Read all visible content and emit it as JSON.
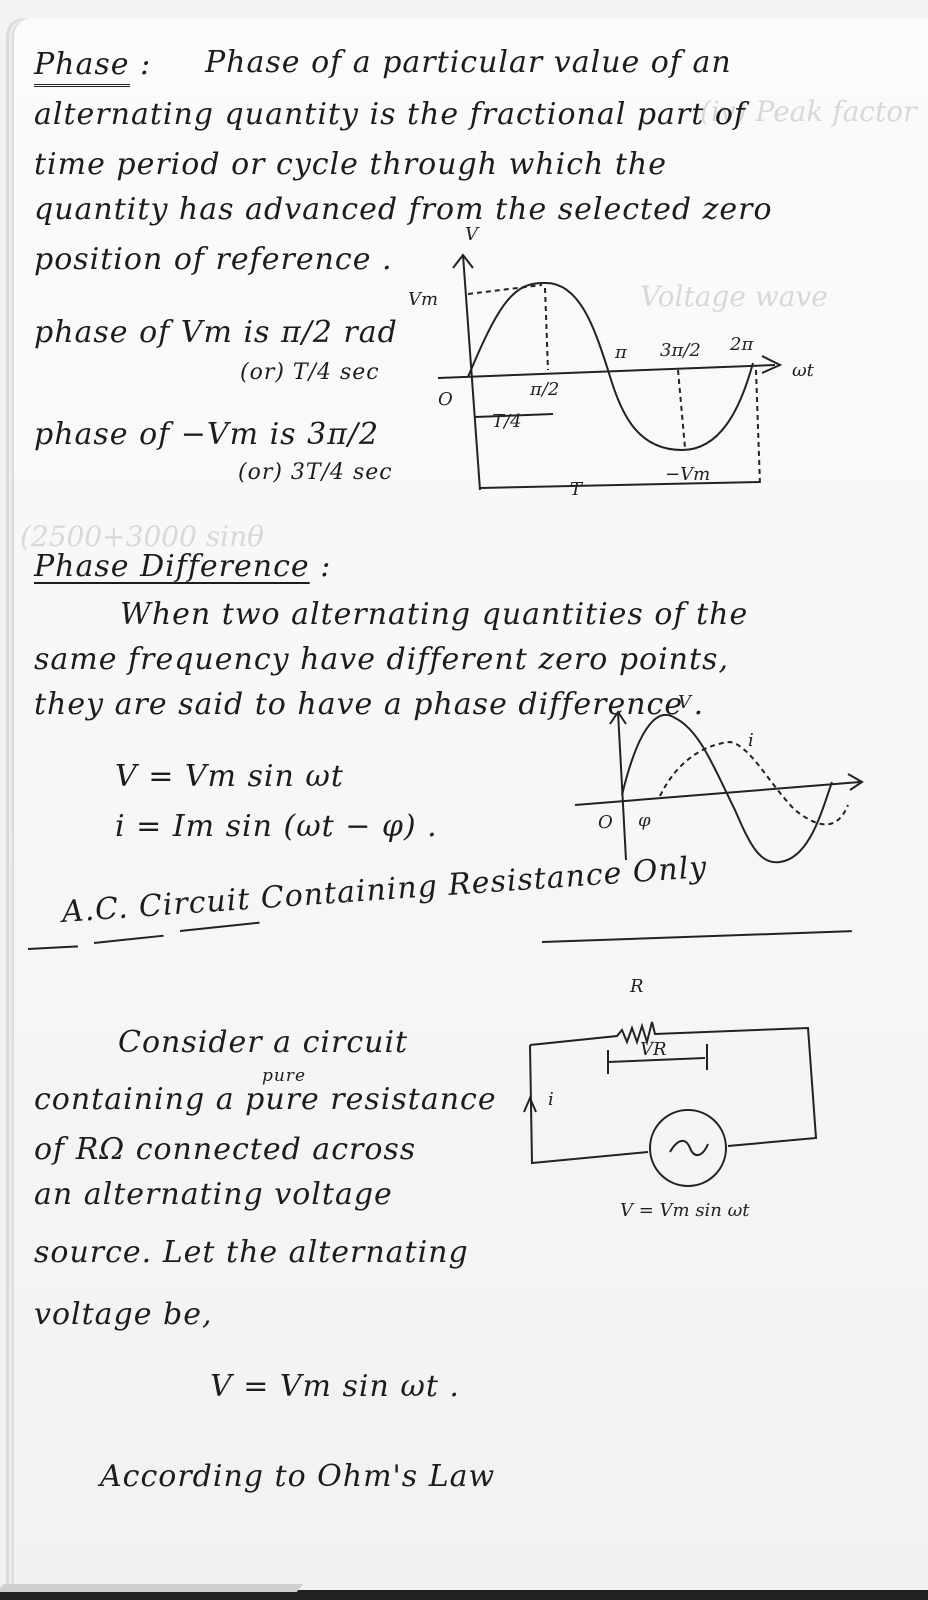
{
  "page": {
    "type": "handwritten notebook page",
    "topic": "AC circuits - phase"
  },
  "section_phase": {
    "heading": "Phase",
    "colon": ":",
    "lines": [
      "Phase of a particular value of an",
      "alternating quantity is the fractional part of",
      "time period or cycle through which the",
      "quantity has advanced from the selected zero",
      "position of reference ."
    ],
    "notes": {
      "vm_phase": "phase of Vm is π/2 rad",
      "vm_phase_alt": "(or) T/4 sec",
      "neg_vm_phase": "phase of −Vm is 3π/2",
      "neg_vm_phase_alt": "(or) 3T/4 sec"
    }
  },
  "waveform_1": {
    "y_axis_label": "V",
    "x_axis_label": "ωt",
    "origin_label": "O",
    "peak_label": "Vm",
    "trough_label": "−Vm",
    "ticks": [
      "π/2",
      "π",
      "3π/2",
      "2π"
    ],
    "quarter_period_label": "T/4",
    "period_label": "T"
  },
  "section_phase_difference": {
    "heading": "Phase Difference",
    "colon": ":",
    "lines": [
      "When two alternating quantities of the",
      "same frequency have different zero points,",
      "they are said to have a phase difference ."
    ],
    "equations": {
      "v": "V = Vm sin ωt",
      "i": "i = Im sin (ωt − φ) ."
    }
  },
  "waveform_2": {
    "v_label": "V",
    "i_label": "i",
    "origin_label": "O",
    "phase_label": "φ"
  },
  "section_resistance": {
    "heading": "A.C. Circuit Containing Resistance Only",
    "lines": [
      "Consider a circuit",
      "containing a pure resistance",
      "of RΩ connected across",
      "an alternating voltage",
      "source. Let the alternating",
      "voltage be,"
    ],
    "insertion": "pure",
    "equation": "V = Vm sin ωt .",
    "closing": "According to Ohm's Law"
  },
  "circuit": {
    "resistor_label": "R",
    "voltage_drop_label": "VR",
    "current_label": "i",
    "source_symbol": "~",
    "source_equation": "V = Vm sin ωt"
  }
}
